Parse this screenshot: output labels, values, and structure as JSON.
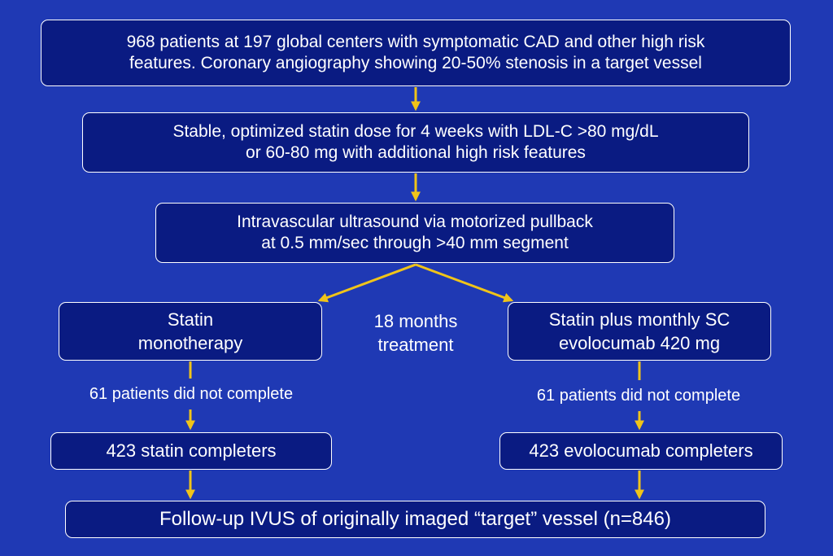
{
  "colors": {
    "background": "#1f39b4",
    "box_fill": "#0a1b82",
    "box_border": "#ffffff",
    "arrow": "#f0c419",
    "text": "#ffffff"
  },
  "flow": {
    "enrollment": {
      "line1": "968 patients at 197 global centers with symptomatic CAD and other high risk",
      "line2": "features. Coronary angiography showing 20-50% stenosis in a target vessel"
    },
    "statin_run_in": {
      "line1": "Stable, optimized statin dose for 4 weeks with LDL-C >80 mg/dL",
      "line2": "or 60-80 mg with additional high risk features"
    },
    "ivus_baseline": {
      "line1": "Intravascular ultrasound via motorized pullback",
      "line2": "at 0.5 mm/sec through >40 mm segment"
    },
    "arm_statin": {
      "line1": "Statin",
      "line2": "monotherapy"
    },
    "treatment_duration": {
      "line1": "18 months",
      "line2": "treatment"
    },
    "arm_evolocumab": {
      "line1": "Statin plus monthly SC",
      "line2": "evolocumab 420 mg"
    },
    "statin_dropout": "61 patients did not complete",
    "evolocumab_dropout": "61 patients did not complete",
    "statin_completers": "423 statin completers",
    "evolocumab_completers": "423 evolocumab completers",
    "follow_up": "Follow-up IVUS of originally imaged “target” vessel (n=846)"
  }
}
